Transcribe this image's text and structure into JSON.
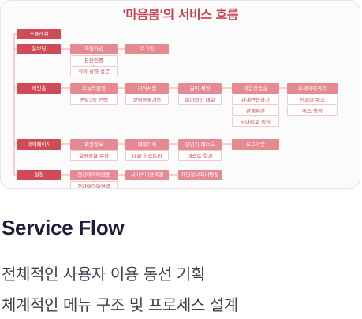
{
  "diagram": {
    "title": "'마음봄'의 서비스 흐름",
    "rows": [
      {
        "label": "스플래쉬",
        "groups": []
      },
      {
        "label": "온보딩",
        "groups": [
          {
            "label": "회원가입",
            "children": [
              "본인인증",
              "취미 성향 설문"
            ]
          },
          {
            "label": "로그인",
            "children": []
          }
        ]
      },
      {
        "label": "메인홈",
        "groups": [
          {
            "label": "오늘의감정",
            "children": [
              "맨탈3종 선택"
            ]
          },
          {
            "label": "기억서랍",
            "children": [
              "알림등록기능"
            ]
          },
          {
            "label": "봄이 채팅",
            "children": [
              "봄이와의 대화"
            ]
          },
          {
            "label": "마음연습실",
            "children": [
              "관계연습하기",
              "관계훈련",
              "시나리오 생성"
            ]
          },
          {
            "label": "요새아이퀴즈",
            "children": [
              "신조어 퀴즈",
              "퀴즈 생성"
            ]
          }
        ]
      },
      {
        "label": "마이페이지",
        "groups": [
          {
            "label": "회원정보",
            "children": [
              "회원정보 수정"
            ]
          },
          {
            "label": "대화기록",
            "children": [
              "대화 히스토리"
            ]
          },
          {
            "label": "갱년기 테스트",
            "children": [
              "테스트 결과"
            ]
          },
          {
            "label": "로그아웃",
            "children": []
          }
        ]
      },
      {
        "label": "설정",
        "groups": [
          {
            "label": "건강데이터연동",
            "children": [
              "건강데이터연결"
            ]
          },
          {
            "label": "서비스이용약관",
            "children": []
          },
          {
            "label": "개인정보처리방침",
            "children": []
          }
        ]
      }
    ]
  },
  "heading": "Service Flow",
  "description": {
    "line1": "전체적인 사용자 이용 동선 기획",
    "line2": "체계적인 메뉴 구조 및 프로세스 설계"
  }
}
